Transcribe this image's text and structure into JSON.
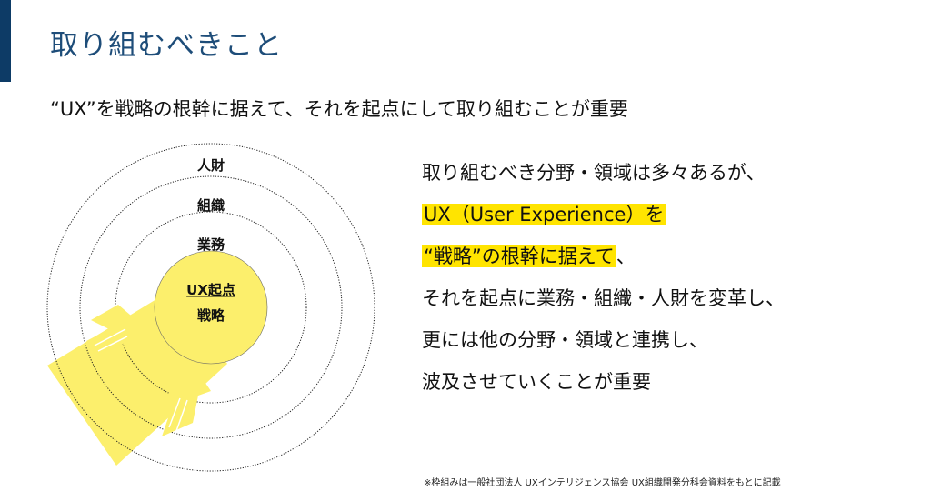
{
  "slide": {
    "title": "取り組むべきこと",
    "subtitle": "“UX”を戦略の根幹に据えて、それを起点にして取り組むことが重要"
  },
  "diagram": {
    "rings": [
      "人財",
      "組織",
      "業務"
    ],
    "core_line1": "UX起点",
    "core_line2": "戦略",
    "colors": {
      "core": "#fcef6c",
      "beam": "#fcef6c",
      "ring_stroke": "#222222"
    }
  },
  "text_block": {
    "line1": "取り組むべき分野・領域は多々あるが、",
    "line2": "UX（User Experience）を",
    "line3_highlight": "“戦略”の根幹に据えて",
    "line3_tail": "、",
    "line4": "それを起点に業務・組織・人財を変革し、",
    "line5": "更には他の分野・領域と連携し、",
    "line6": "波及させていくことが重要"
  },
  "footnote": "※枠組みは一般社団法人 UXインテリジェンス協会 UX組織開発分科会資料をもとに記載"
}
